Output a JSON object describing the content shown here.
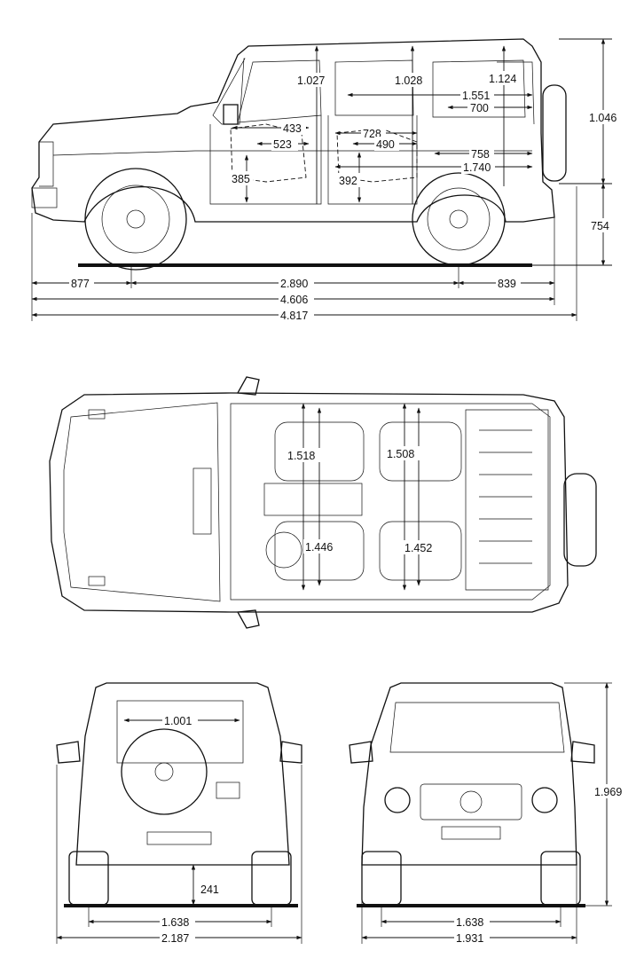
{
  "side_view": {
    "dims": {
      "h_1027": "1.027",
      "h_1028": "1.028",
      "h_1124": "1.124",
      "l_1551": "1.551",
      "l_700": "700",
      "l_433": "433",
      "l_523": "523",
      "l_728": "728",
      "l_490": "490",
      "l_758": "758",
      "l_1740": "1.740",
      "h_385": "385",
      "h_392": "392",
      "h_1046": "1.046",
      "h_754": "754",
      "front_overhang": "877",
      "wheelbase": "2.890",
      "rear_overhang": "839",
      "length_body": "4.606",
      "length_total": "4.817"
    }
  },
  "top_view": {
    "dims": {
      "w_1518": "1.518",
      "w_1508": "1.508",
      "w_1446": "1.446",
      "w_1452": "1.452"
    }
  },
  "rear_view": {
    "dims": {
      "w_1001": "1.001",
      "clearance": "241",
      "track": "1.638",
      "width_mirrors": "2.187"
    }
  },
  "front_view": {
    "dims": {
      "height": "1.969",
      "track": "1.638",
      "width": "1.931"
    }
  }
}
